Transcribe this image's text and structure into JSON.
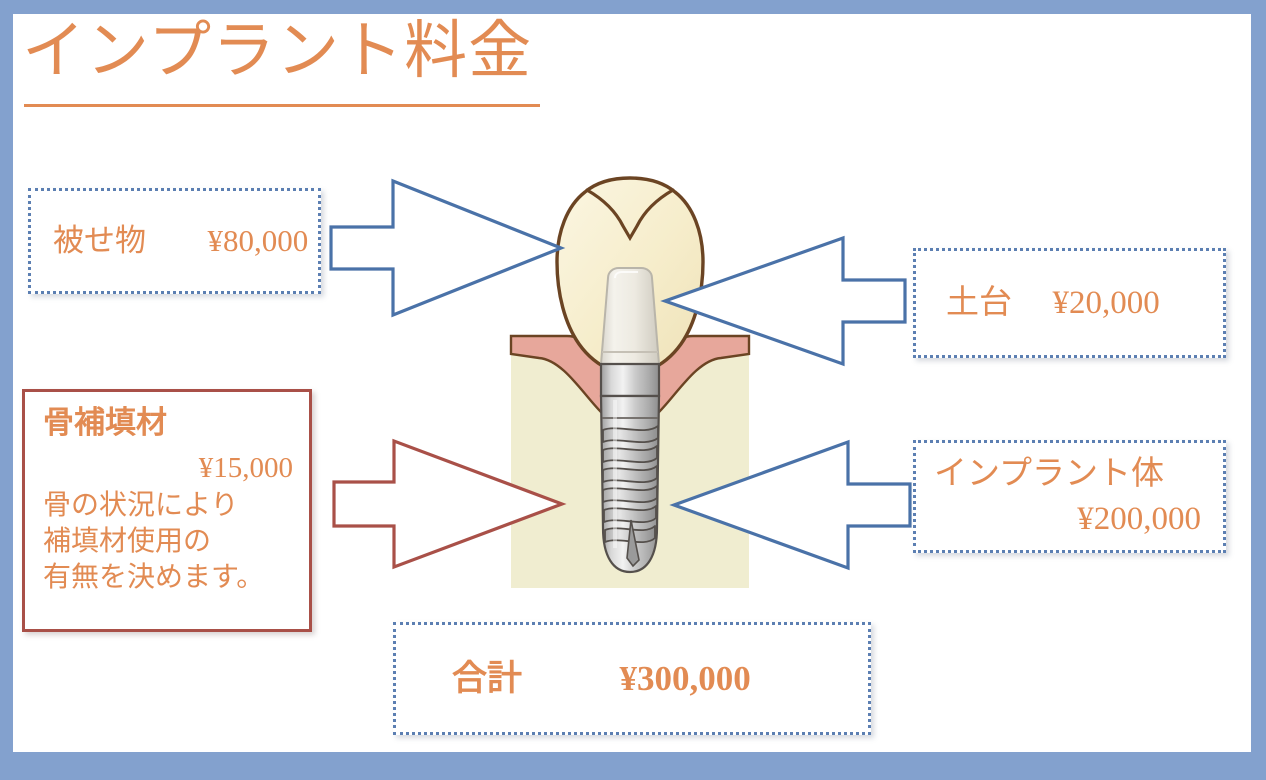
{
  "slide": {
    "title": "インプラント料金",
    "frame_color": "#83A1CE",
    "accent_color": "#E28B53",
    "dotted_border_color": "#5C7FB2",
    "solid_border_color": "#A95048"
  },
  "labels": {
    "crown": {
      "name": "被せ物",
      "price": "¥80,000"
    },
    "abutment": {
      "name": "土台",
      "price": "¥20,000"
    },
    "implant_body": {
      "name": "インプラント体",
      "price": "¥200,000"
    },
    "bone_graft": {
      "name": "骨補填材",
      "price": "¥15,000",
      "note_line1": "骨の状況により",
      "note_line2": "補填材使用の",
      "note_line3": "有無を決めます。"
    },
    "total": {
      "name": "合計",
      "price": "¥300,000"
    }
  },
  "illustration": {
    "crown_fill": "#F6EECE",
    "crown_outline": "#6B4423",
    "gum_fill": "#E7A79B",
    "bone_fill": "#F0EDD0",
    "abutment_fill": "#E9E7E0",
    "screw_fill": "#C6C6C6"
  },
  "arrows": [
    {
      "id": "arrow-to-crown",
      "direction": "right",
      "color": "#4A72A8"
    },
    {
      "id": "arrow-to-abutment",
      "direction": "left",
      "color": "#4A72A8"
    },
    {
      "id": "arrow-to-bone-graft",
      "direction": "right",
      "color": "#A95048"
    },
    {
      "id": "arrow-to-implant-body",
      "direction": "left",
      "color": "#4A72A8"
    }
  ]
}
